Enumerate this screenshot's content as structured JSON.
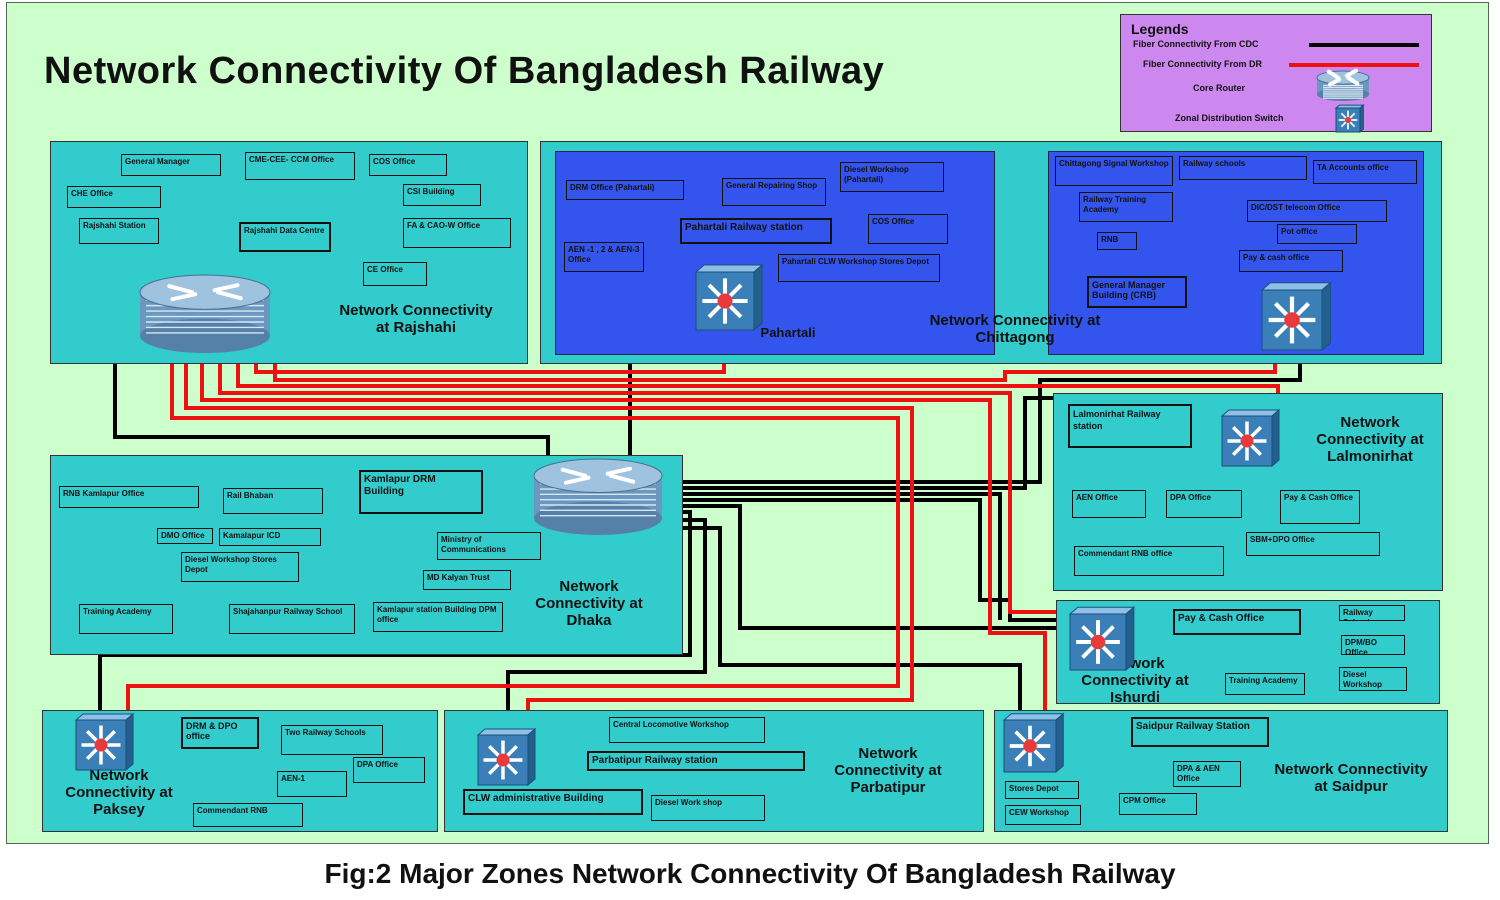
{
  "title": "Network Connectivity Of Bangladesh Railway",
  "caption": "Fig:2 Major Zones Network Connectivity Of Bangladesh Railway",
  "colors": {
    "fiber_cdc": "#000000",
    "fiber_dr": "#ee1111",
    "zone_cyan": "#33cccc",
    "zone_blue": "#3355ee",
    "background": "#ccffcc",
    "legend_bg": "#cc88ee"
  },
  "legend": {
    "heading": "Legends",
    "fiber_cdc": "Fiber Connectivity From CDC",
    "fiber_dr": "Fiber Connectivity From DR",
    "core_router": "Core Router",
    "zonal_switch": "Zonal Distribution Switch",
    "core_router_icon": "core-router-icon",
    "zonal_switch_icon": "zonal-switch-icon"
  },
  "zones": {
    "rajshahi": {
      "label": "Network Connectivity\nat Rajshahi",
      "boxes": {
        "general_manager": "General Manager",
        "cme_cee": "CME-CEE- CCM Office",
        "cos": "COS Office",
        "che": "CHE Office",
        "csi": "CSI Building",
        "rajshahi_station": "Rajshahi Station",
        "data_centre": "Rajshahi Data Centre",
        "fa_cao": "FA & CAO-W Office",
        "ce": "CE Office"
      }
    },
    "pahartali": {
      "label": "Pahartali",
      "boxes": {
        "drm": "DRM Office (Pahartali)",
        "general_repairing": "General Repairing Shop",
        "diesel_workshop": "Diesel Workshop (Pahartali)",
        "station": "Pahartali Railway station",
        "cos": "COS Office",
        "aen": "AEN -1 , 2 & AEN-3 Office",
        "clw_workshop": "Pahartali CLW Workshop Stores Depot"
      }
    },
    "chittagong": {
      "label": "Network Connectivity at\nChittagong",
      "boxes": {
        "signal_workshop": "Chittagong Signal Workshop",
        "railway_schools": "Railway schools",
        "ta_accounts": "TA Accounts office",
        "training_academy": "Railway Training Academy",
        "dicost": "DIC/DST telecom Office",
        "rnb": "RNB",
        "pot": "Pot office",
        "pay_cash": "Pay & cash office",
        "gm_building": "General Manager Building (CRB)"
      }
    },
    "lalmonirhat": {
      "label": "Network\nConnectivity at\nLalmonirhat",
      "boxes": {
        "station": "Lalmonirhat Railway station",
        "aen": "AEN Office",
        "dpa": "DPA Office",
        "pay_cash": "Pay & Cash Office",
        "commandant": "Commendant RNB office",
        "sbm_dpo": "SBM+DPO Office"
      }
    },
    "dhaka": {
      "label": "Network\nConnectivity at\nDhaka",
      "boxes": {
        "rnb_kamlapur": "RNB Kamlapur Office",
        "rail_bhaban": "Rail Bhaban",
        "kamlapur_drm": "Kamlapur DRM Building",
        "dmo": "DMO Office",
        "kamlapur_icd": "Kamalapur ICD",
        "ministry": "Ministry of Communications",
        "diesel_workshop": "Diesel Workshop Stores Depot",
        "md_kalyan": "MD Kalyan Trust",
        "training_academy": "Training Academy",
        "shajahanpur": "Shajahanpur Railway School",
        "kamlapur_station": "Kamlapur station Building DPM office"
      }
    },
    "ishurdi": {
      "label": "Network\nConnectivity at\nIshurdi",
      "boxes": {
        "pay_cash": "Pay & Cash Office",
        "railway_school": "Railway School",
        "dpm": "DPM/BO Office",
        "diesel_workshop": "Diesel Workshop",
        "training_academy": "Training Academy"
      }
    },
    "paksey": {
      "label": "Network\nConnectivity at\nPaksey",
      "boxes": {
        "drm_dpo": "DRM & DPO office",
        "two_schools": "Two Railway Schools",
        "dpa": "DPA Office",
        "aen": "AEN-1",
        "commandant": "Commendant RNB"
      }
    },
    "parbatipur": {
      "label": "Network\nConnectivity at\nParbatipur",
      "boxes": {
        "central_loco": "Central Locomotive Workshop",
        "station": "Parbatipur Railway station",
        "clw_admin": "CLW administrative Building",
        "diesel_workshop": "Diesel Work shop"
      }
    },
    "saidpur": {
      "label": "Network Connectivity\nat Saidpur",
      "boxes": {
        "station": "Saidpur Railway Station",
        "dpa_aen": "DPA & AEN Office",
        "stores_depot": "Stores Depot",
        "cpm": "CPM Office",
        "cew_workshop": "CEW Workshop"
      }
    }
  }
}
